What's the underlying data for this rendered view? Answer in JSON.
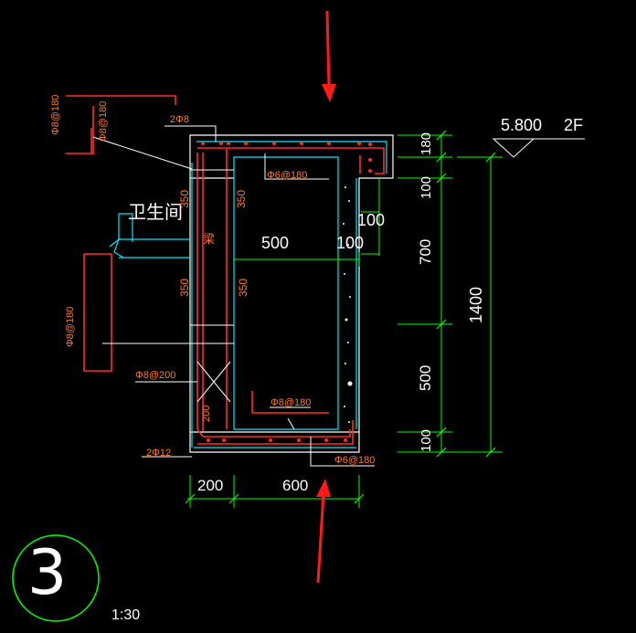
{
  "drawing": {
    "colors": {
      "background": "#000000",
      "concrete_outline": "#ffffff",
      "rebar": "#ff2a2a",
      "inner_outline": "#00e5ff",
      "dimension": "#00ff00",
      "leader": "#ffffff",
      "rebar_text": "#ff7a2a",
      "arrow": "#ff1a1a",
      "detail_circle": "#00ff00"
    },
    "room_label": "卫生间",
    "beam_label": "梁",
    "level": {
      "value": "5.800",
      "floor": "2F"
    },
    "scale": "1:30",
    "detail_number": "3",
    "dimensions": {
      "bottom": [
        "200",
        "600"
      ],
      "right": [
        "180",
        "100",
        "700",
        "500",
        "100"
      ],
      "right_total": "1400",
      "inner_width": "500",
      "inner_right_100a": "100",
      "inner_right_100b": "100",
      "wall_350": [
        "350",
        "350",
        "350",
        "350"
      ],
      "small_200": "200"
    },
    "rebar_labels": {
      "top_2phi8": "2Φ8",
      "top_bar_left_a": "Φ8@180",
      "top_bar_left_b": "Φ8@180",
      "top_inner": "Φ6@180",
      "left_mid": "Φ8@180",
      "left_lower": "Φ8@200",
      "bottom_inner": "Φ8@180",
      "bottom_2phi12": "2Φ12",
      "bottom_right": "Φ6@180"
    }
  }
}
